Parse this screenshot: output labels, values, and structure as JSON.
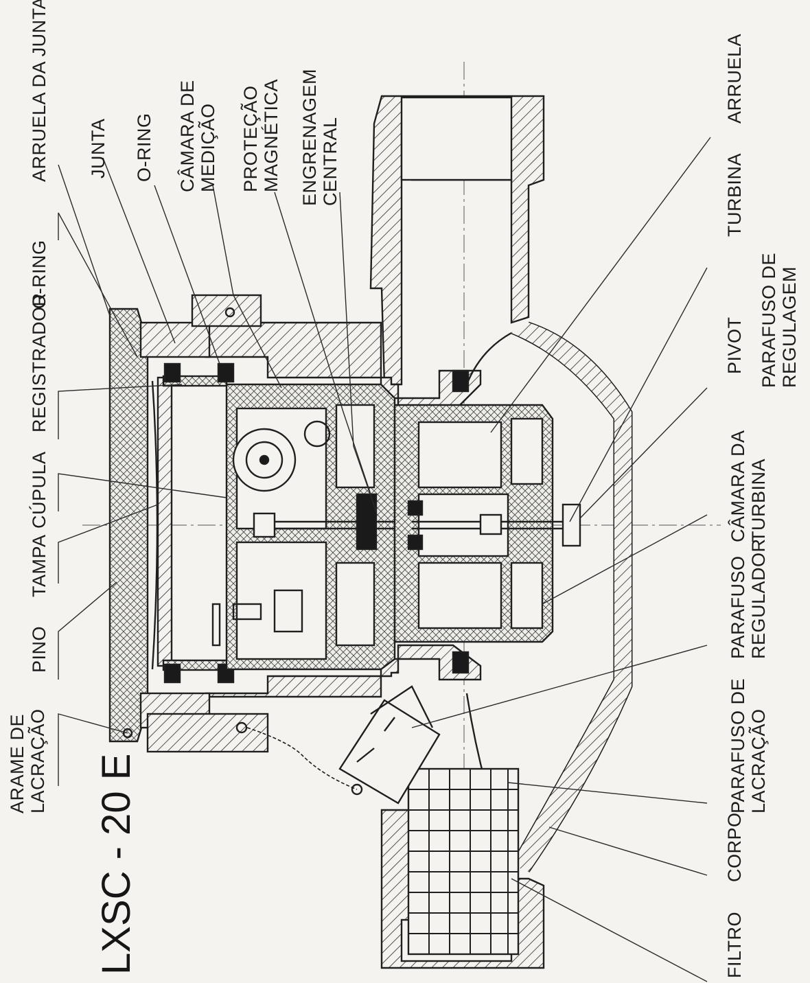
{
  "title": "LXSC - 20 E",
  "labels": {
    "arame_lacracao": "ARAME DE\nLACRAÇÃO",
    "pino": "PINO",
    "tampa": "TAMPA",
    "cupula": "CÚPULA",
    "registrador": "REGISTRADOR",
    "o_ring_top": "O-RING",
    "arruela_junta": "ARRUELA DA JUNTA",
    "junta": "JUNTA",
    "o_ring": "O-RING",
    "camara_medicao": "CÂMARA DE\nMEDIÇÃO",
    "protecao_magnetica": "PROTEÇÃO\nMAGNÉTICA",
    "engrenagem_central": "ENGRENAGEM\nCENTRAL",
    "arruela": "ARRUELA",
    "turbina": "TURBINA",
    "pivot": "PIVOT",
    "parafuso_regulagem": "PARAFUSO DE\nREGULAGEM",
    "camara_turbina": "CÂMARA DA\nTURBINA",
    "parafuso_regulador": "PARAFUSO\nREGULADOR",
    "parafuso_lacracao": "PARAFUSO DE\nLACRAÇÃO",
    "corpo": "CORPO",
    "filtro": "FILTRO"
  }
}
